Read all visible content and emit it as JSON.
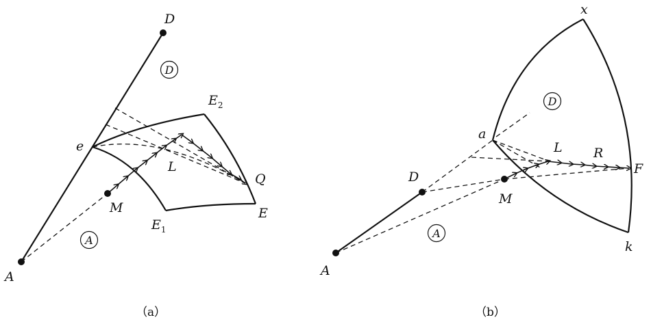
{
  "panel_a": {
    "labels": {
      "D": "D",
      "e": "e",
      "A": "A",
      "M": "M",
      "L": "L",
      "Q": "Q",
      "E": "E",
      "E2": "E",
      "E2_sub": "2",
      "E1": "E",
      "E1_sub": "1"
    },
    "circled": {
      "D": "D",
      "A": "A"
    },
    "caption": "（a）"
  },
  "panel_b": {
    "labels": {
      "x": "x",
      "a": "a",
      "D": "D",
      "A": "A",
      "M": "M",
      "L": "L",
      "R": "R",
      "F": "F",
      "k": "k"
    },
    "circled": {
      "D": "D",
      "A": "A"
    },
    "caption": "（b）"
  }
}
